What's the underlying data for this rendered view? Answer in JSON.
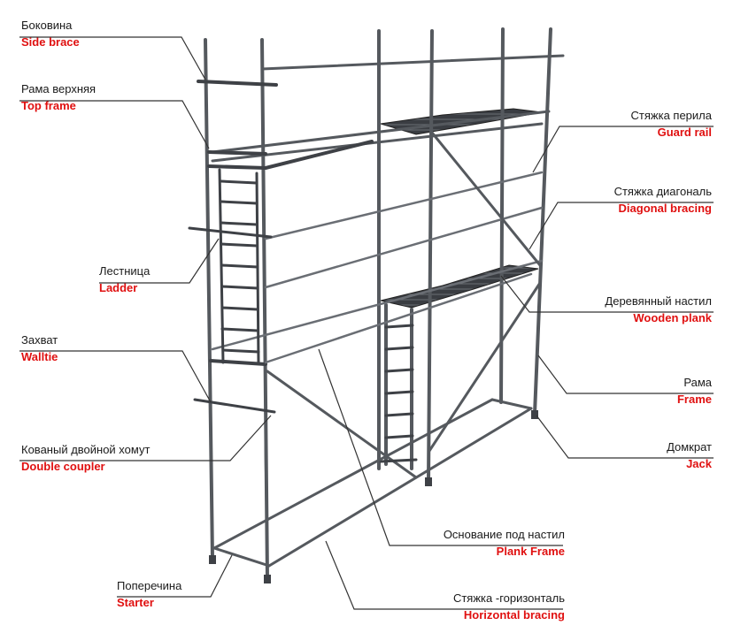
{
  "colors": {
    "text": "#1a1a1a",
    "accent": "#e01010",
    "steel": "#55595e",
    "leader": "#333333"
  },
  "labels": {
    "side_brace": {
      "ru": "Боковина",
      "en": "Side brace"
    },
    "top_frame": {
      "ru": "Рама верхняя",
      "en": "Top frame"
    },
    "ladder": {
      "ru": "Лестница",
      "en": "Ladder"
    },
    "walltie": {
      "ru": "Захват",
      "en": "Walltie"
    },
    "double_coupler": {
      "ru": "Кованый двойной хомут",
      "en": "Double coupler"
    },
    "starter": {
      "ru": "Поперечина",
      "en": "Starter"
    },
    "guard_rail": {
      "ru": "Стяжка перила",
      "en": "Guard rail"
    },
    "diagonal_bracing": {
      "ru": "Стяжка диагональ",
      "en": "Diagonal bracing"
    },
    "wooden_plank": {
      "ru": "Деревянный настил",
      "en": "Wooden plank"
    },
    "frame": {
      "ru": "Рама",
      "en": "Frame"
    },
    "jack": {
      "ru": "Домкрат",
      "en": "Jack"
    },
    "plank_frame": {
      "ru": "Основание под настил",
      "en": "Plank Frame"
    },
    "horizontal_bracing": {
      "ru": "Стяжка -горизонталь",
      "en": "Horizontal bracing"
    }
  }
}
